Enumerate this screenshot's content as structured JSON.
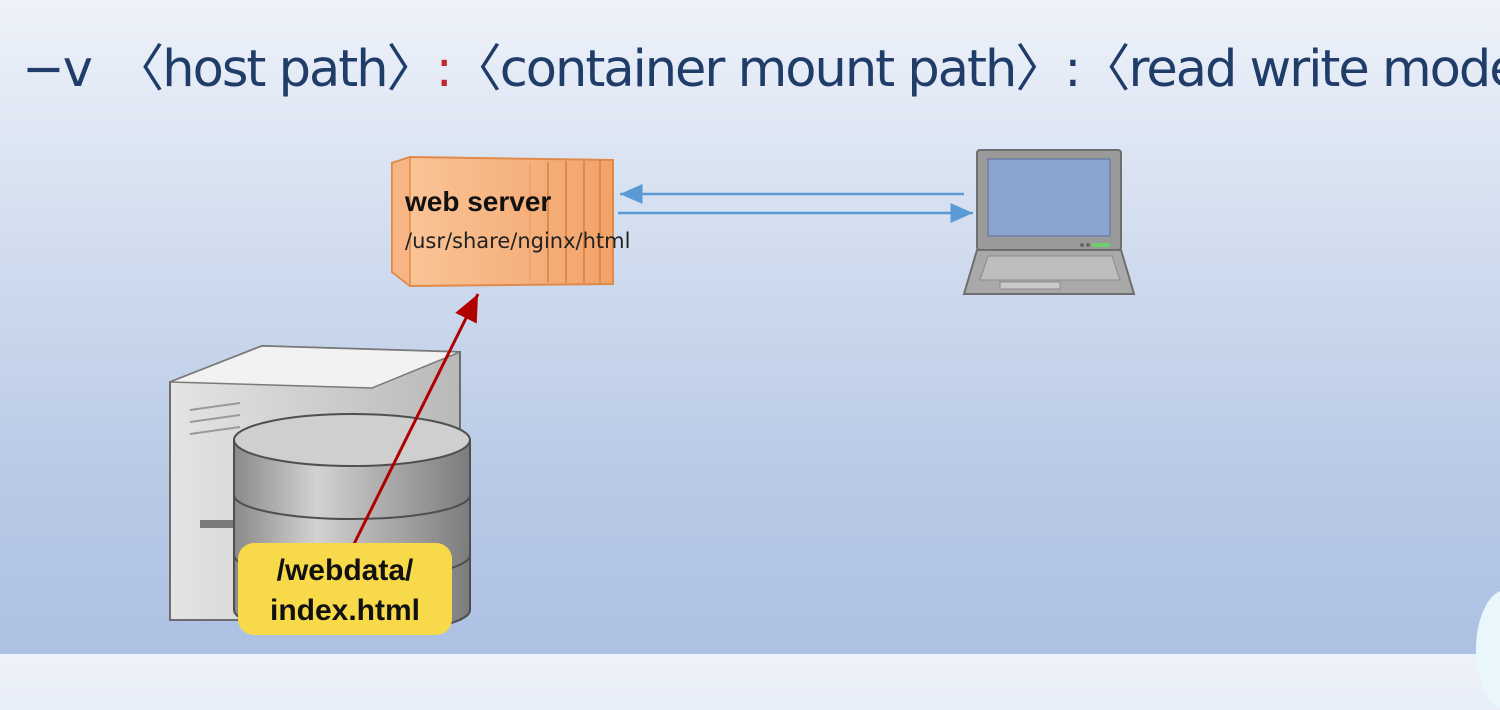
{
  "title": {
    "prefix": "−v  〈host path〉",
    "sep1": ":",
    "middle": "〈container mount path〉",
    "sep2": ":",
    "suffix": "〈read write mode〉"
  },
  "container": {
    "label": "web server",
    "path": "/usr/share/nginx/html"
  },
  "host_storage": {
    "line1": "/webdata/",
    "line2": "index.html"
  },
  "colors": {
    "title": "#1f3d68",
    "separator": "#c0282a",
    "container": "#f5ae7a",
    "arrow_blue": "#5b9bd5",
    "arrow_red": "#b00000",
    "note": "#f7d94a"
  },
  "icons": [
    "container-icon",
    "laptop-icon",
    "server-icon",
    "database-icon"
  ]
}
